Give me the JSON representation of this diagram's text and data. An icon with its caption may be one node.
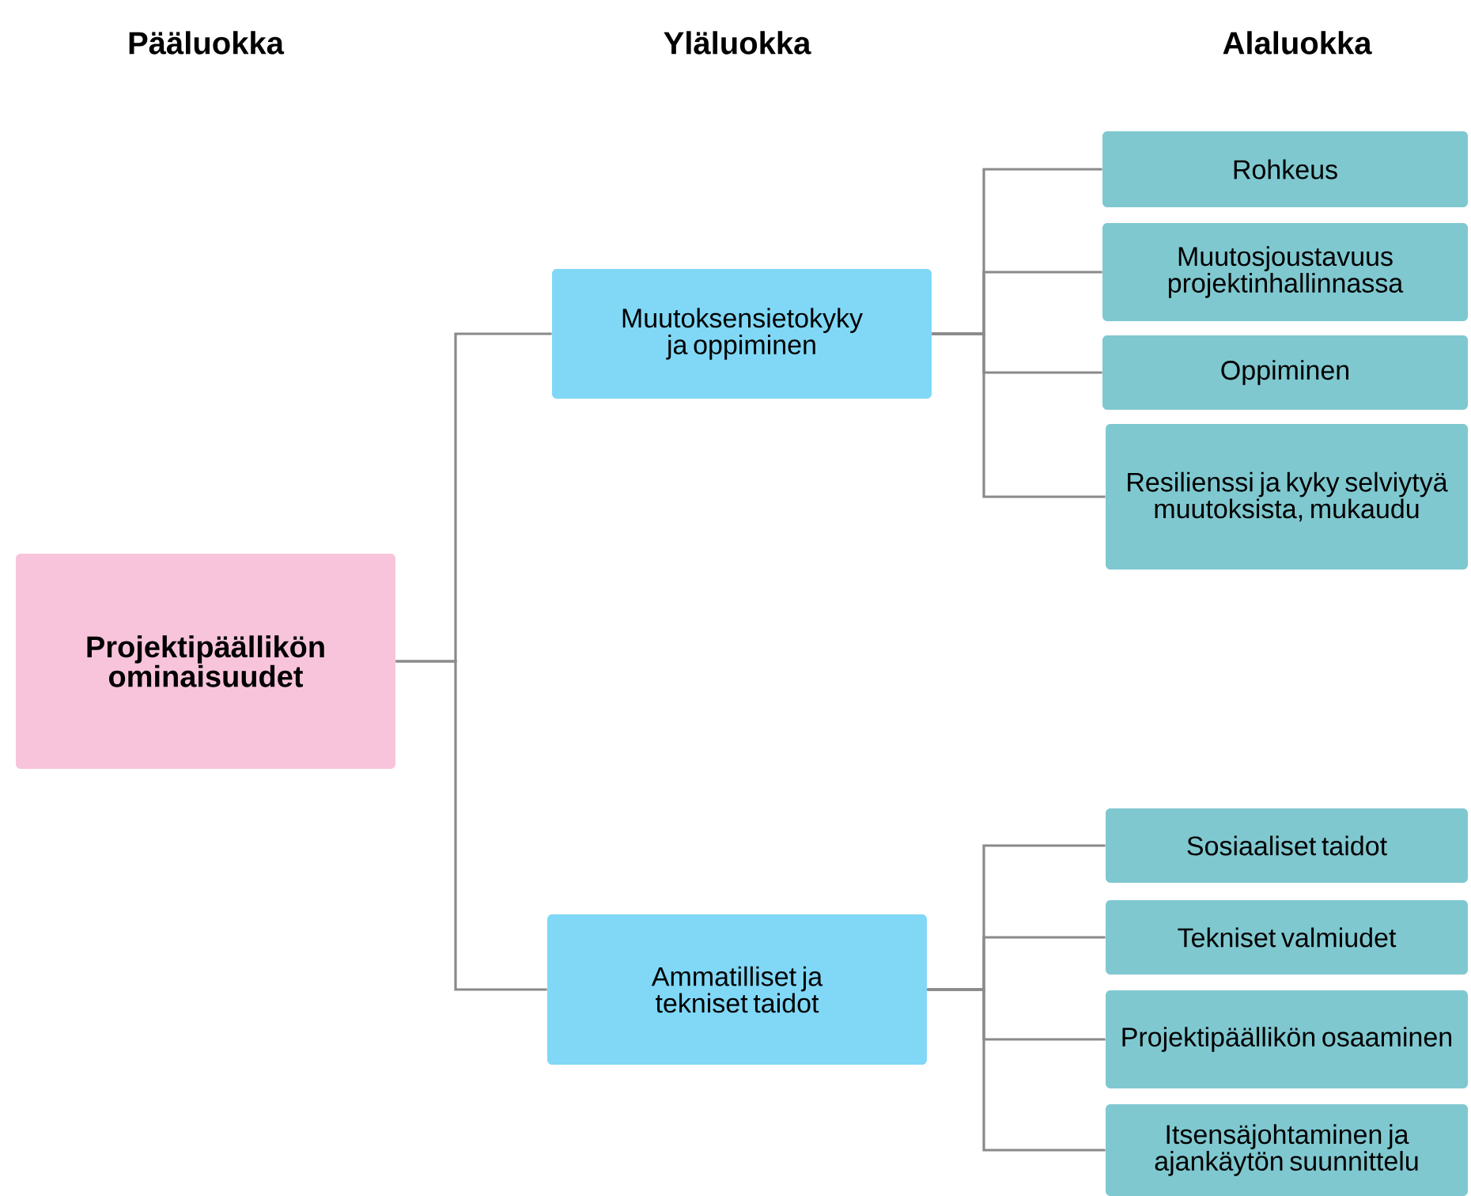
{
  "diagram": {
    "nodes": [
      {
        "text": [
          "Projektipäällikön ominaisuudet"
        ]
      },
      {
        "text": [
          "Muutoksensietokyky ja oppiminen"
        ]
      },
      {
        "text": [
          "Ammatilliset ja tekniset taidot"
        ]
      },
      {
        "text": [
          "Rohkeus"
        ]
      },
      {
        "text": [
          "Muutosjoustavuus projektinhallinnassa"
        ]
      },
      {
        "text": [
          "Oppiminen"
        ]
      },
      {
        "text": [
          "Resilienssi ja kyky selviytyä muutoksista, mukaudu"
        ]
      },
      {
        "text": [
          "Sosiaaliset taidot"
        ]
      },
      {
        "text": [
          "Tekniset valmiudet"
        ]
      },
      {
        "text": [
          "Projektipäällikön osaaminen"
        ]
      },
      {
        "text": [
          "Itsensäjohtaminen ja ajankäytön suunnittelu"
        ]
      }
    ],
    "edges": [
      {
        "from": 0,
        "to": 1,
        "arrow": "none"
      },
      {
        "from": 0,
        "to": 2,
        "arrow": "none"
      },
      {
        "from": 1,
        "to": 3,
        "arrow": "none"
      },
      {
        "from": 1,
        "to": 4,
        "arrow": "none"
      },
      {
        "from": 1,
        "to": 5,
        "arrow": "none"
      },
      {
        "from": 1,
        "to": 6,
        "arrow": "none"
      },
      {
        "from": 2,
        "to": 7,
        "arrow": "none"
      },
      {
        "from": 2,
        "to": 8,
        "arrow": "none"
      },
      {
        "from": 2,
        "to": 9,
        "arrow": "none"
      },
      {
        "from": 2,
        "to": 10,
        "arrow": "none"
      }
    ],
    "labels": [
      "Pääluokka",
      "Yläluokka",
      "Alaluokka"
    ]
  }
}
